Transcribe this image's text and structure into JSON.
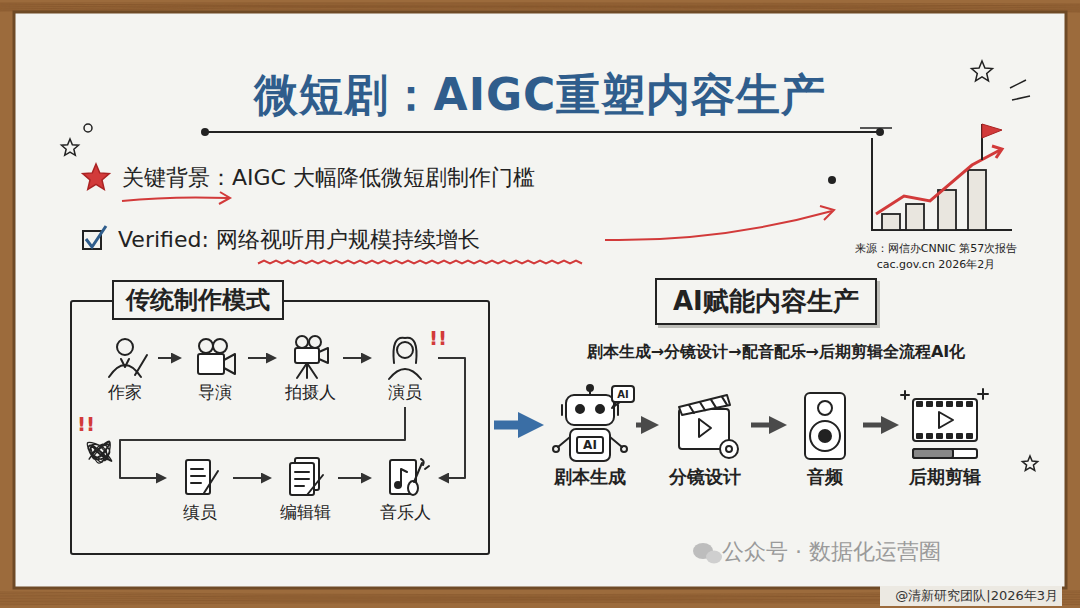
{
  "diagram": {
    "title": "微短剧：AIGC重塑内容生产",
    "nodes": [
      {
        "text": [
          "传统制作模式"
        ]
      },
      {
        "text": [
          "作家"
        ],
        "in": 0
      },
      {
        "text": [
          "导演"
        ],
        "in": 0
      },
      {
        "text": [
          "拍摄人"
        ],
        "in": 0
      },
      {
        "text": [
          "演员"
        ],
        "in": 0
      },
      {
        "text": [
          "缜员"
        ],
        "in": 0
      },
      {
        "text": [
          "编辑辑"
        ],
        "in": 0
      },
      {
        "text": [
          "音乐人"
        ],
        "in": 0
      },
      {
        "text": [
          "AI赋能内容生产"
        ]
      },
      {
        "text": [
          "剧本生成"
        ]
      },
      {
        "text": [
          "分镜设计"
        ]
      },
      {
        "text": [
          "音频"
        ]
      },
      {
        "text": [
          "后期剪辑"
        ]
      }
    ],
    "edges": [
      {
        "from": 1,
        "to": 2,
        "arrow": "to"
      },
      {
        "from": 2,
        "to": 3,
        "arrow": "to"
      },
      {
        "from": 3,
        "to": 4,
        "arrow": "to"
      },
      {
        "from": 4,
        "to": 5,
        "arrow": "to"
      },
      {
        "from": 4,
        "to": 7,
        "arrow": "to"
      },
      {
        "from": 5,
        "to": 6,
        "arrow": "to"
      },
      {
        "from": 6,
        "to": 7,
        "arrow": "to"
      },
      {
        "from": 0,
        "to": 9,
        "arrow": "to"
      },
      {
        "from": 9,
        "to": 10,
        "arrow": "to"
      },
      {
        "from": 10,
        "to": 11,
        "arrow": "to"
      },
      {
        "from": 11,
        "to": 12,
        "arrow": "to"
      }
    ],
    "labels": [
      "关键背景：AIGC 大幅降低微短剧制作门槛",
      "Verified: 网络视听用户规模持续增长",
      "来源：网信办CNNIC 第57次报告",
      "cac.gov.cn 2026年2月",
      "剧本生成→分镜设计→配音配乐→后期剪辑全流程AI化",
      "!!",
      "!!",
      "AI",
      "AI",
      "公众号 · 数据化运营圈",
      "@清新研究团队|2026年3月"
    ]
  }
}
